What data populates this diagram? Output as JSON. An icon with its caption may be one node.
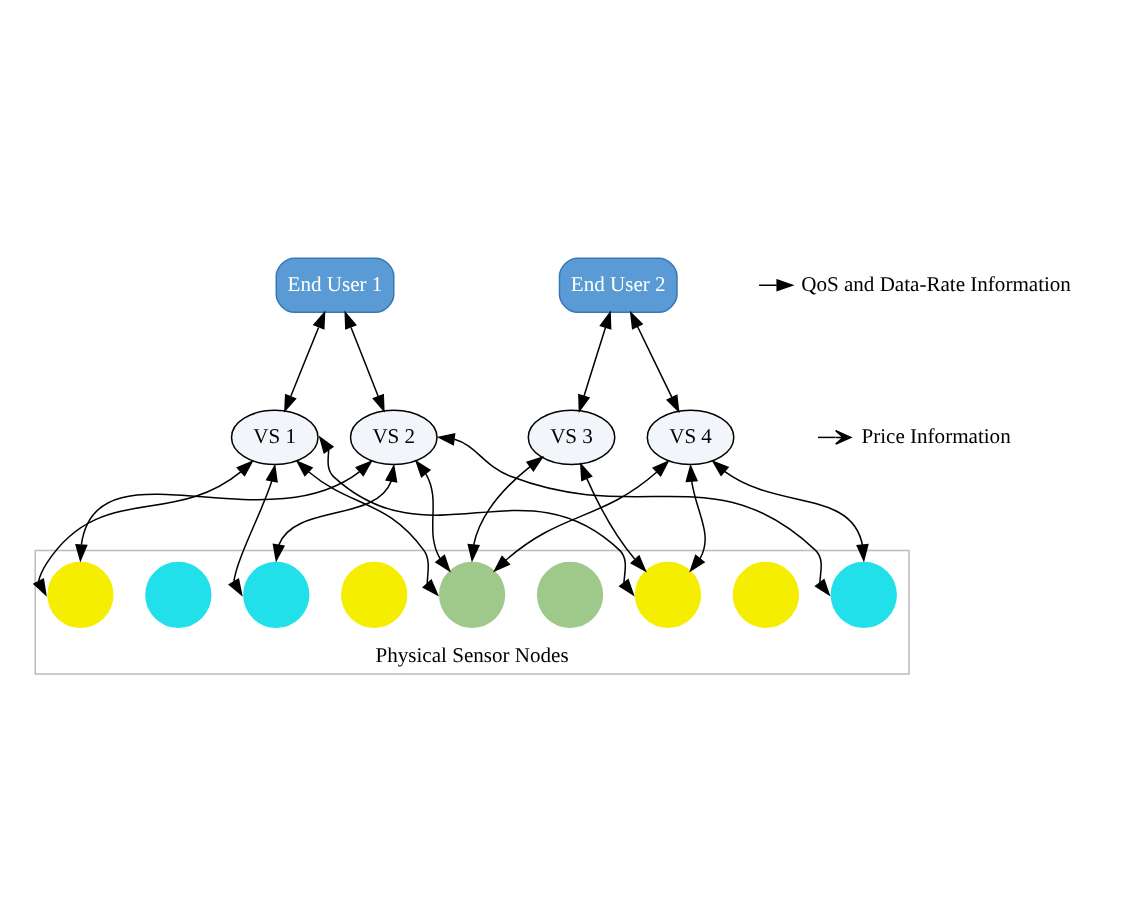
{
  "diagram": {
    "nodes": [
      {
        "text": [
          "End User 1"
        ]
      },
      {
        "text": [
          "End User 2"
        ]
      },
      {
        "text": [
          "VS 1"
        ]
      },
      {
        "text": [
          "VS 2"
        ]
      },
      {
        "text": [
          "VS 3"
        ]
      },
      {
        "text": [
          "VS 4"
        ]
      },
      {
        "text": [
          "Physical Sensor Nodes"
        ]
      },
      {
        "text": [],
        "shape": "circle",
        "in": 6
      },
      {
        "text": [],
        "shape": "circle",
        "in": 6
      },
      {
        "text": [],
        "shape": "circle",
        "in": 6
      },
      {
        "text": [],
        "shape": "circle",
        "in": 6
      },
      {
        "text": [],
        "shape": "circle",
        "in": 6
      },
      {
        "text": [],
        "shape": "circle",
        "in": 6
      },
      {
        "text": [],
        "shape": "circle",
        "in": 6
      },
      {
        "text": [],
        "shape": "circle",
        "in": 6
      },
      {
        "text": [],
        "shape": "circle",
        "in": 6
      }
    ],
    "edges": [
      {
        "from": 0,
        "to": 2,
        "arrow": "both"
      },
      {
        "from": 0,
        "to": 3,
        "arrow": "both"
      },
      {
        "from": 1,
        "to": 4,
        "arrow": "both"
      },
      {
        "from": 1,
        "to": 5,
        "arrow": "both"
      },
      {
        "from": 2,
        "to": 7,
        "arrow": "both"
      },
      {
        "from": 2,
        "to": 9,
        "arrow": "both"
      },
      {
        "from": 2,
        "to": 11,
        "arrow": "both"
      },
      {
        "from": 2,
        "to": 13,
        "arrow": "both"
      },
      {
        "from": 3,
        "to": 7,
        "arrow": "both"
      },
      {
        "from": 3,
        "to": 9,
        "arrow": "both"
      },
      {
        "from": 3,
        "to": 11,
        "arrow": "both"
      },
      {
        "from": 3,
        "to": 15,
        "arrow": "both"
      },
      {
        "from": 4,
        "to": 11,
        "arrow": "both"
      },
      {
        "from": 4,
        "to": 13,
        "arrow": "both"
      },
      {
        "from": 5,
        "to": 11,
        "arrow": "both"
      },
      {
        "from": 5,
        "to": 13,
        "arrow": "both"
      },
      {
        "from": 5,
        "to": 15,
        "arrow": "both"
      }
    ],
    "legend": [
      {
        "text": "QoS and Data-Rate Information"
      },
      {
        "text": "Price Information"
      }
    ]
  }
}
